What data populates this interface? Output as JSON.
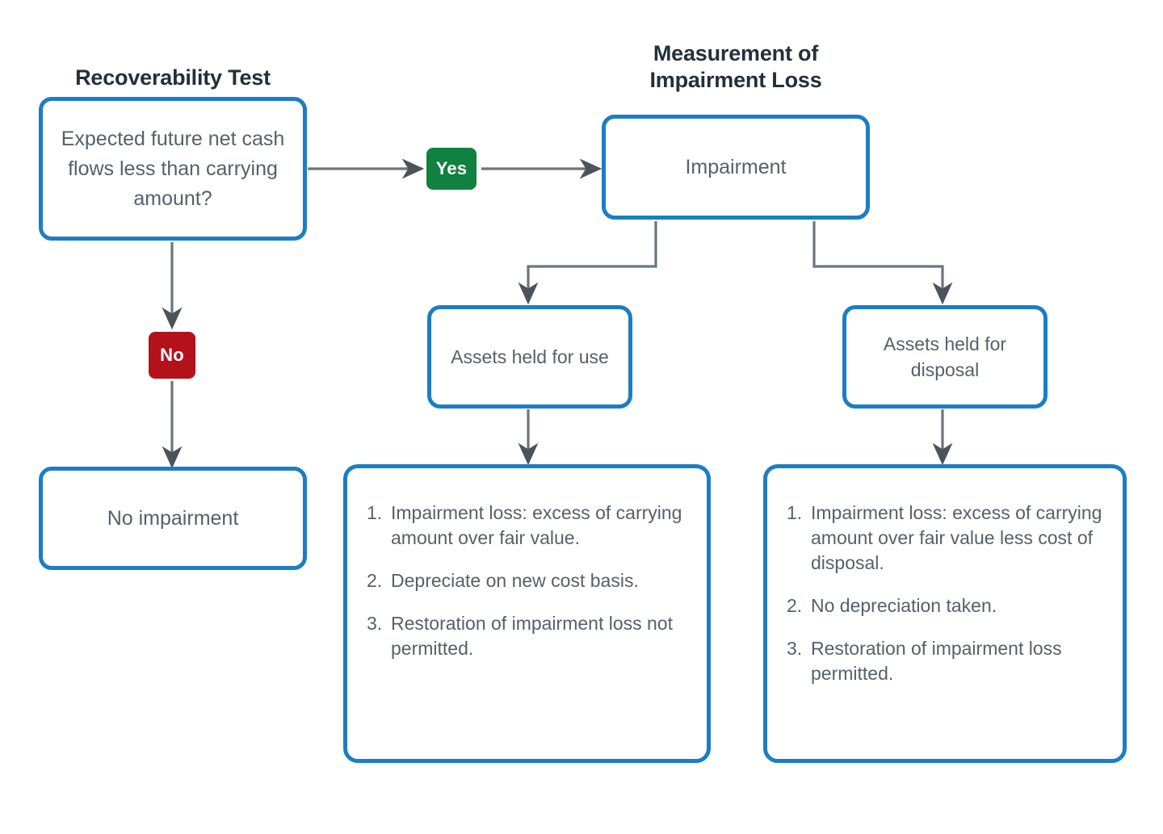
{
  "diagram": {
    "title_left": "Recoverability Test",
    "title_right_line1": "Measurement of",
    "title_right_line2": "Impairment Loss",
    "colors": {
      "node_border": "#1b7ec4",
      "node_text": "#56606a",
      "heading_text": "#22303c",
      "yes_badge": "#11813f",
      "no_badge": "#b3111c",
      "connector": "#57606a"
    },
    "nodes": {
      "question": "Expected future net cash flows less than carrying amount?",
      "no_impairment": "No impairment",
      "impairment": "Impairment",
      "assets_held_for_use": "Assets held for use",
      "assets_held_for_disposal": "Assets held for disposal"
    },
    "badges": {
      "yes": "Yes",
      "no": "No"
    },
    "held_for_use_items": [
      {
        "num": "1.",
        "text": "Impairment loss: excess of carrying amount over fair value."
      },
      {
        "num": "2.",
        "text": "Depreciate on new cost basis."
      },
      {
        "num": "3.",
        "text": "Restoration of impairment loss not permitted."
      }
    ],
    "held_for_disposal_items": [
      {
        "num": "1.",
        "text": "Impairment loss: excess of carrying amount over fair value less cost of disposal."
      },
      {
        "num": "2.",
        "text": "No depreciation taken."
      },
      {
        "num": "3.",
        "text": "Restoration of impairment loss permitted."
      }
    ]
  }
}
